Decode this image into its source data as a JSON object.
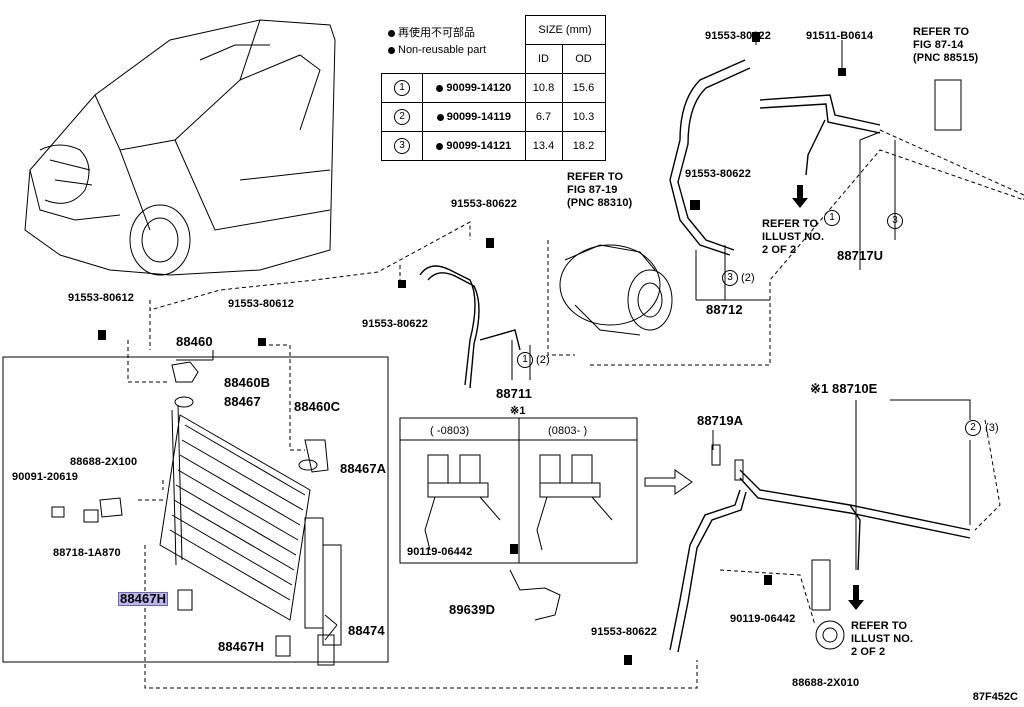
{
  "legend": {
    "note_ja": "再使用不可部品",
    "note_en": "Non-reusable part",
    "size_header": "SIZE (mm)",
    "col_id": "ID",
    "col_od": "OD",
    "rows": [
      {
        "num": "1",
        "part": "90099-14120",
        "id": "10.8",
        "od": "15.6"
      },
      {
        "num": "2",
        "part": "90099-14119",
        "id": "6.7",
        "od": "10.3"
      },
      {
        "num": "3",
        "part": "90099-14121",
        "id": "13.4",
        "od": "18.2"
      }
    ]
  },
  "labels": {
    "p91553_80622_top": "91553-80622",
    "p91511_b0614": "91511-B0614",
    "refer_87_14_a": "REFER TO",
    "refer_87_14_b": "FIG 87-14",
    "refer_87_14_c": "(PNC 88515)",
    "refer_87_19_a": "REFER TO",
    "refer_87_19_b": "FIG 87-19",
    "refer_87_19_c": "(PNC 88310)",
    "p91553_80622_mid": "91553-80622",
    "p91553_80622_left": "91553-80622",
    "p91553_80622_lower": "91553-80622",
    "p91553_80622_bottom": "91553-80622",
    "refer_illust_a": "REFER TO",
    "refer_illust_b": "ILLUST NO.",
    "refer_illust_c": "2 OF 2",
    "p88717u": "88717U",
    "p88712": "88712",
    "p88711": "88711",
    "p91553_80612_a": "91553-80612",
    "p91553_80612_b": "91553-80612",
    "p88460": "88460",
    "p88460b": "88460B",
    "p88467": "88467",
    "p88460c": "88460C",
    "p88467a": "88467A",
    "p88688_2x100": "88688-2X100",
    "p90091_20619": "90091-20619",
    "p88718_1a870": "88718-1A870",
    "p88467h_highlight": "88467H",
    "p88467h": "88467H",
    "p88474": "88474",
    "star1": "※1",
    "inset_left": "(  -0803)",
    "inset_right": "(0803-  )",
    "p88710e": "※1 88710E",
    "p88719a": "88719A",
    "p90119_06442_a": "90119-06442",
    "p90119_06442_b": "90119-06442",
    "p89639d": "89639D",
    "refer_illust2_a": "REFER TO",
    "refer_illust2_b": "ILLUST NO.",
    "refer_illust2_c": "2 OF 2",
    "p88688_2x010": "88688-2X010",
    "ring1": "1",
    "ring3": "3",
    "ring3b": "3",
    "ring1b": "1",
    "ring2": "2",
    "paren2a": "(2)",
    "paren2b": "(2)",
    "paren3": "(3)",
    "figure_code": "87F452C"
  }
}
